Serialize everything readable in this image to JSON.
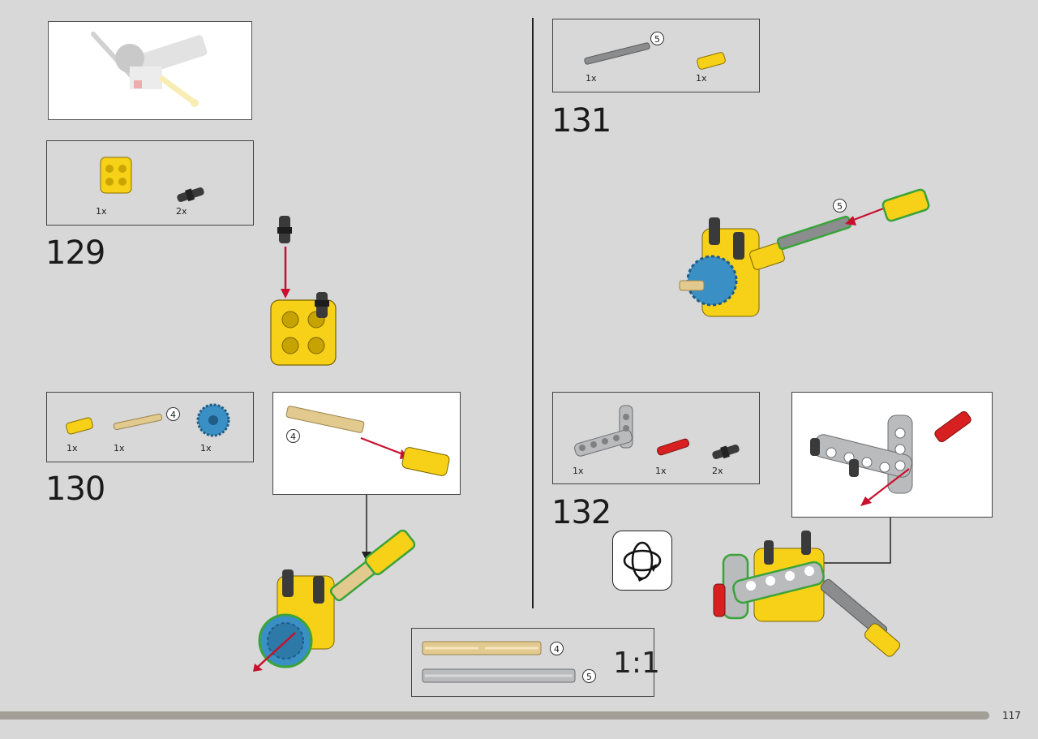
{
  "page_number": "117",
  "colors": {
    "yellow": "#f7d117",
    "blue": "#3a8fc4",
    "red": "#d82020",
    "tan": "#e2c98d",
    "gray": "#8a8c8e",
    "light_gray": "#b9bbbd",
    "arrow_red": "#c8102e",
    "highlight_green": "#3aa33a"
  },
  "steps": [
    {
      "number": "129",
      "parts": [
        {
          "icon": "yellow-connector-block",
          "qty": "1x"
        },
        {
          "icon": "black-friction-pin",
          "qty": "2x"
        }
      ]
    },
    {
      "number": "130",
      "parts": [
        {
          "icon": "yellow-axle-connector",
          "qty": "1x"
        },
        {
          "icon": "tan-axle",
          "qty": "1x",
          "length": "4"
        },
        {
          "icon": "blue-gear",
          "qty": "1x"
        }
      ],
      "callout_length": "4"
    },
    {
      "number": "131",
      "parts": [
        {
          "icon": "gray-axle",
          "qty": "1x",
          "length": "5"
        },
        {
          "icon": "yellow-axle-connector",
          "qty": "1x"
        }
      ],
      "callout_length": "5"
    },
    {
      "number": "132",
      "parts": [
        {
          "icon": "gray-l-beam",
          "qty": "1x"
        },
        {
          "icon": "red-axle-pin",
          "qty": "1x"
        },
        {
          "icon": "black-friction-pin",
          "qty": "2x"
        }
      ]
    }
  ],
  "scale_box": {
    "label": "1:1",
    "axles": [
      {
        "icon": "tan-axle-scale",
        "length": "4"
      },
      {
        "icon": "gray-axle-scale",
        "length": "5"
      }
    ]
  },
  "rotate_icon": "rotate-model-icon"
}
